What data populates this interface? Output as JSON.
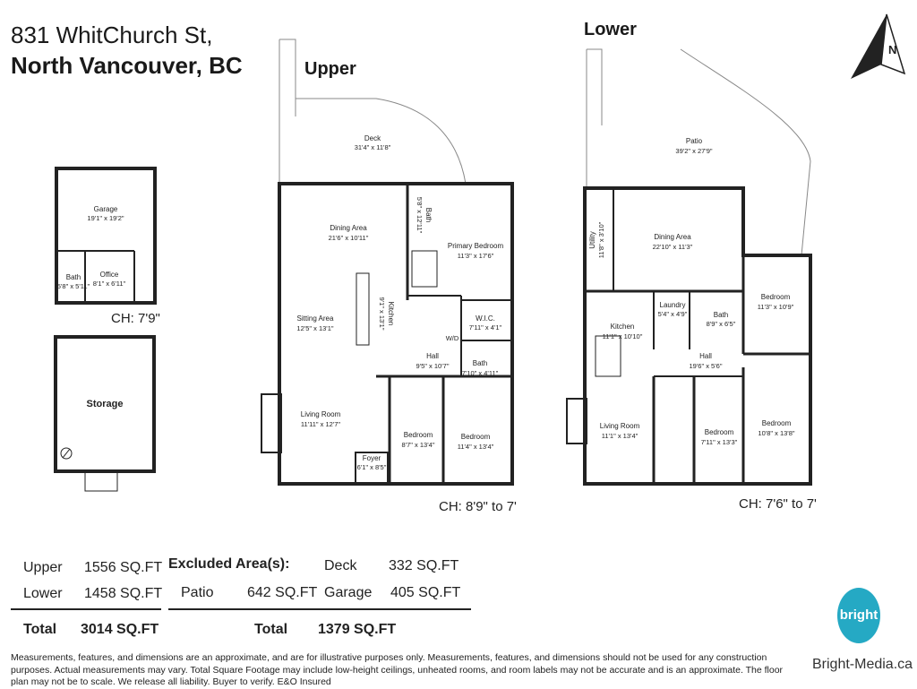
{
  "address": {
    "line1": "831 WhitChurch St,",
    "line2": "North Vancouver, BC"
  },
  "levels": {
    "upper": "Upper",
    "lower": "Lower"
  },
  "garage": {
    "name": "Garage",
    "dim": "19'1\" x 19'2\"",
    "bath_name": "Bath",
    "bath_dim": "5'8\" x 5'11\"",
    "office_name": "Office",
    "office_dim": "8'1\" x 6'11\"",
    "ch": "CH: 7'9\""
  },
  "storage": {
    "name": "Storage"
  },
  "upper": {
    "deck": {
      "name": "Deck",
      "dim": "31'4\" x 11'8\""
    },
    "dining": {
      "name": "Dining Area",
      "dim": "21'6\" x 10'11\""
    },
    "bath1": {
      "name": "Bath",
      "dim": "5'8\" x 12'11\""
    },
    "primary": {
      "name": "Primary Bedroom",
      "dim": "11'3\" x 17'6\""
    },
    "kitchen": {
      "name": "Kitchen",
      "dim": "9'1\" x 13'1\""
    },
    "sitting": {
      "name": "Sitting Area",
      "dim": "12'5\" x 13'1\""
    },
    "wic": {
      "name": "W.I.C.",
      "dim": "7'11\" x 4'1\""
    },
    "wd": "W/D",
    "hall": {
      "name": "Hall",
      "dim": "9'5\" x 10'7\""
    },
    "bath2": {
      "name": "Bath",
      "dim": "7'10\" x 4'11\""
    },
    "living": {
      "name": "Living Room",
      "dim": "11'11\" x 12'7\""
    },
    "bed1": {
      "name": "Bedroom",
      "dim": "8'7\" x 13'4\""
    },
    "bed2": {
      "name": "Bedroom",
      "dim": "11'4\" x 13'4\""
    },
    "foyer": {
      "name": "Foyer",
      "dim": "6'1\" x 8'5\""
    },
    "ch": "CH: 8'9\" to 7'"
  },
  "lower": {
    "patio": {
      "name": "Patio",
      "dim": "39'2\" x 27'9\""
    },
    "utility": {
      "name": "Utility",
      "dim": "11'8\" x 3'10\""
    },
    "dining": {
      "name": "Dining Area",
      "dim": "22'10\" x 11'3\""
    },
    "bed_a": {
      "name": "Bedroom",
      "dim": "11'3\" x 10'9\""
    },
    "laundry": {
      "name": "Laundry",
      "dim": "5'4\" x 4'9\""
    },
    "bath": {
      "name": "Bath",
      "dim": "8'9\" x 6'5\""
    },
    "kitchen": {
      "name": "Kitchen",
      "dim": "11'1\" x 10'10\""
    },
    "hall": {
      "name": "Hall",
      "dim": "19'6\" x 5'6\""
    },
    "living": {
      "name": "Living Room",
      "dim": "11'1\" x 13'4\""
    },
    "bed_b": {
      "name": "Bedroom",
      "dim": "7'11\" x 13'3\""
    },
    "bed_c": {
      "name": "Bedroom",
      "dim": "10'8\" x 13'8\""
    },
    "ch": "CH: 7'6\" to 7'"
  },
  "areas": {
    "upper_label": "Upper",
    "upper_val": "1556 SQ.FT",
    "lower_label": "Lower",
    "lower_val": "1458 SQ.FT",
    "total_label": "Total",
    "total_val": "3014 SQ.FT",
    "excluded_title": "Excluded Area(s):",
    "deck_label": "Deck",
    "deck_val": "332 SQ.FT",
    "patio_label": "Patio",
    "patio_val": "642 SQ.FT",
    "garage_label": "Garage",
    "garage_val": "405 SQ.FT",
    "ex_total_label": "Total",
    "ex_total_val": "1379 SQ.FT"
  },
  "disclaimer": "Measurements, features, and dimensions are an approximate, and are for illustrative purposes only. Measurements, features, and dimensions should not be used for any construction purposes. Actual measurements may vary. Total Square Footage may include low-height ceilings, unheated rooms, and room labels may not be accurate and is an approximate. The floor plan may not be to scale. We release all liability. Buyer to verify. E&O Insured",
  "brand": {
    "logo": "bright",
    "site": "Bright-Media.ca",
    "color": "#25a9c4"
  },
  "compass": {
    "label": "N",
    "icon": "north-arrow-icon"
  }
}
